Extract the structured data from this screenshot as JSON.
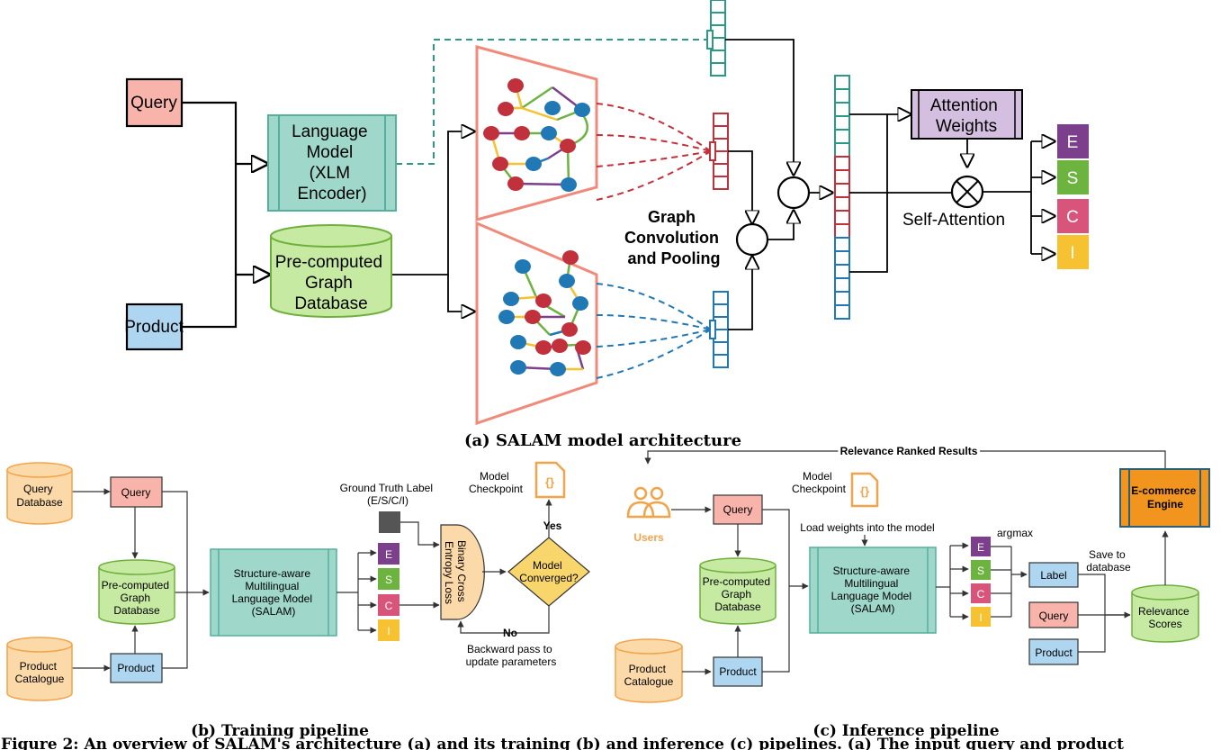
{
  "colors": {
    "query": "#f8b4aa",
    "product": "#aed6f1",
    "lm": "#9fd8cb",
    "lm_stroke": "#54b09c",
    "db": "#c7eaa3",
    "db_stroke": "#6fb03c",
    "teal": "#2a9a85",
    "red": "#c0313b",
    "blue": "#2078b4",
    "pink": "#f08a7a",
    "attn": "#d5bfe0",
    "E": "#7b3f8c",
    "S": "#6db33f",
    "C": "#d9547a",
    "I": "#f6c232",
    "orange_fill": "#fbd9a8",
    "orange_stroke": "#f2a44a",
    "engine": "#f2951f",
    "dark": "#555555"
  },
  "icons": [
    "database-icon",
    "file-code-icon",
    "users-icon",
    "circle-node-icon",
    "crossed-circle-icon"
  ],
  "panel_a": {
    "query": "Query",
    "lm_lines": [
      "Language",
      "Model",
      "(XLM",
      "Encoder)"
    ],
    "db_lines": [
      "Pre-computed",
      "Graph",
      "Database"
    ],
    "product": "Product",
    "gcn_lines": [
      "Graph",
      "Convolution",
      "and Pooling"
    ],
    "attn_lines": [
      "Attention",
      "Weights"
    ],
    "self_attention": "Self-Attention",
    "labels": [
      "E",
      "S",
      "C",
      "I"
    ],
    "caption": "(a) SALAM model architecture"
  },
  "panel_b": {
    "query_db_lines": [
      "Query",
      "Database"
    ],
    "query": "Query",
    "db_lines": [
      "Pre-computed",
      "Graph",
      "Database"
    ],
    "catalogue_lines": [
      "Product",
      "Catalogue"
    ],
    "product": "Product",
    "salam_lines": [
      "Structure-aware",
      "Multilingual",
      "Language Model",
      "(SALAM)"
    ],
    "labels": [
      "E",
      "S",
      "C",
      "I"
    ],
    "gt_lines": [
      "Ground Truth Label",
      "(E/S/C/I)"
    ],
    "loss_lines": [
      "Binary Cross",
      "Entropy Loss"
    ],
    "checkpoint_lines": [
      "Model",
      "Checkpoint"
    ],
    "converged_lines": [
      "Model",
      "Converged?"
    ],
    "yes": "Yes",
    "no": "No",
    "backward_lines": [
      "Backward pass to",
      "update parameters"
    ],
    "caption": "(b) Training pipeline"
  },
  "panel_c": {
    "ranked": "Relevance Ranked Results",
    "users": "Users",
    "query": "Query",
    "checkpoint_lines": [
      "Model",
      "Checkpoint"
    ],
    "load": "Load weights into the model",
    "db_lines": [
      "Pre-computed",
      "Graph",
      "Database"
    ],
    "salam_lines": [
      "Structure-aware",
      "Multilingual",
      "Language Model",
      "(SALAM)"
    ],
    "catalogue_lines": [
      "Product",
      "Catalogue"
    ],
    "product": "Product",
    "argmax": "argmax",
    "labels": [
      "E",
      "S",
      "C",
      "I"
    ],
    "label": "Label",
    "save_lines": [
      "Save to",
      "database"
    ],
    "query2": "Query",
    "product2": "Product",
    "scores_lines": [
      "Relevance",
      "Scores"
    ],
    "engine_lines": [
      "E-commerce",
      "Engine"
    ],
    "caption": "(c) Inference pipeline"
  },
  "figure_caption": "Figure 2: An overview of SALAM's architecture (a) and its training (b) and inference (c) pipelines. (a) The input query and product"
}
